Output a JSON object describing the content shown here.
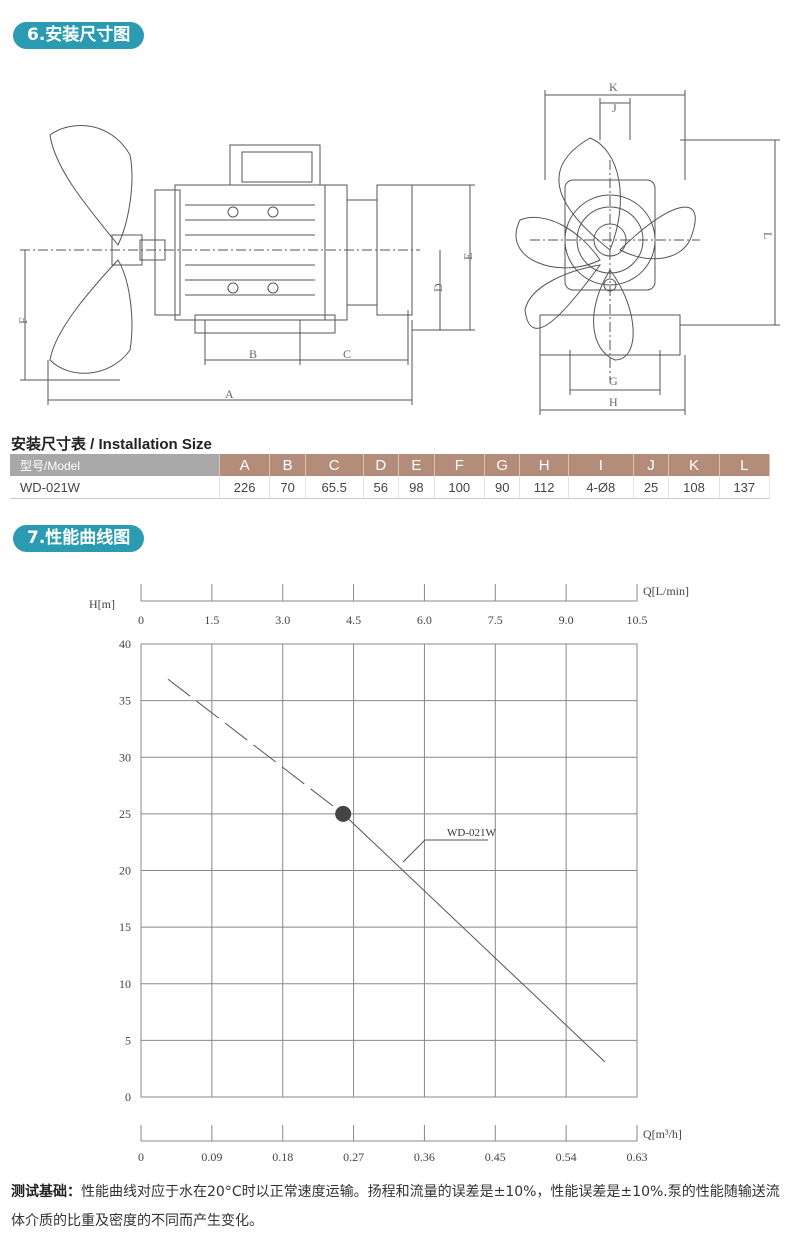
{
  "section6": {
    "title": "6.安装尺寸图"
  },
  "drawing_labels": {
    "A": "A",
    "B": "B",
    "C": "C",
    "D": "D",
    "E": "E",
    "F": "F",
    "G": "G",
    "H": "H",
    "J": "J",
    "K": "K",
    "L": "L"
  },
  "size_table": {
    "title": "安装尺寸表 / Installation Size",
    "header_model": "型号/Model",
    "columns": [
      "A",
      "B",
      "C",
      "D",
      "E",
      "F",
      "G",
      "H",
      "I",
      "J",
      "K",
      "L"
    ],
    "rows": [
      {
        "model": "WD-021W",
        "values": [
          "226",
          "70",
          "65.5",
          "56",
          "98",
          "100",
          "90",
          "112",
          "4-Ø8",
          "25",
          "108",
          "137"
        ]
      }
    ]
  },
  "section7": {
    "title": "7.性能曲线图"
  },
  "chart_data": {
    "type": "line",
    "series": [
      {
        "name": "WD-021W",
        "x": [
          0.57,
          4.28,
          9.82
        ],
        "y": [
          36.9,
          25,
          3.1
        ],
        "dashed_until_x": 4.28
      }
    ],
    "marker": {
      "x": 4.28,
      "y": 25
    },
    "ylabel": "H[m]",
    "xlabel_top": "Q[L/min]",
    "xlabel_bottom": "Q[m³/h]",
    "ylim": [
      0,
      40
    ],
    "yticks": [
      "0",
      "5",
      "10",
      "15",
      "20",
      "25",
      "30",
      "35",
      "40"
    ],
    "xlim_top": [
      0,
      10.5
    ],
    "xticks_top": [
      "0",
      "1.5",
      "3.0",
      "4.5",
      "6.0",
      "7.5",
      "9.0",
      "10.5"
    ],
    "xticks_bottom": [
      "0",
      "0.09",
      "0.18",
      "0.27",
      "0.36",
      "0.45",
      "0.54",
      "0.63"
    ],
    "grid": true,
    "curve_label": "WD-021W",
    "colors": {
      "line": "#555555",
      "grid": "#888888",
      "marker": "#444444"
    }
  },
  "note": {
    "label": "测试基础：",
    "text": "性能曲线对应于水在20°C时以正常速度运输。扬程和流量的误差是±10%，性能误差是±10%.泵的性能随输送流体介质的比重及密度的不同而产生变化。"
  }
}
